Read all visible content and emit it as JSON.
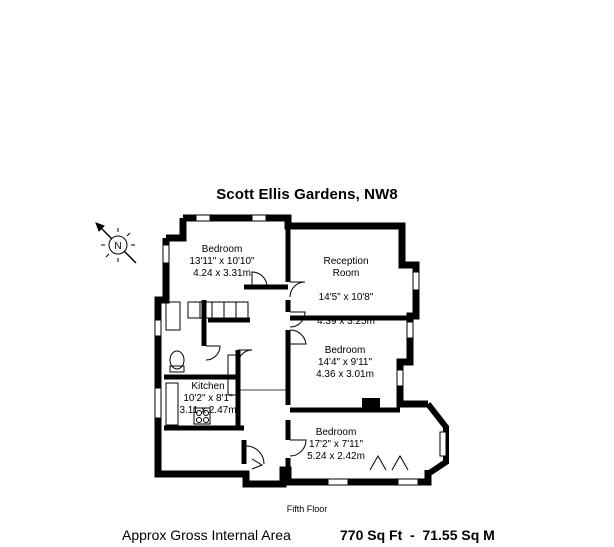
{
  "title": "Scott Ellis Gardens, NW8",
  "compass": {
    "label": "N",
    "icon": "compass-icon"
  },
  "rooms": [
    {
      "name": "Bedroom",
      "imperial": "13'11\" x 10'10\"",
      "metric": "4.24 x 3.31m"
    },
    {
      "name": "Reception\nRoom",
      "imperial": "14'5\" x 10'8\"",
      "metric": "4.39 x 3.25m"
    },
    {
      "name": "Bedroom",
      "imperial": "14'4\" x 9'11\"",
      "metric": "4.36 x 3.01m"
    },
    {
      "name": "Kitchen",
      "imperial": "10'2\" x 8'1\"",
      "metric": "3.11 x 2.47m"
    },
    {
      "name": "Bedroom",
      "imperial": "17'2\" x 7'11\"",
      "metric": "5.24 x 2.42m"
    }
  ],
  "floor_label": "Fifth Floor",
  "area": {
    "label": "Approx Gross Internal Area",
    "value": "770 Sq Ft  -  71.55 Sq M"
  }
}
